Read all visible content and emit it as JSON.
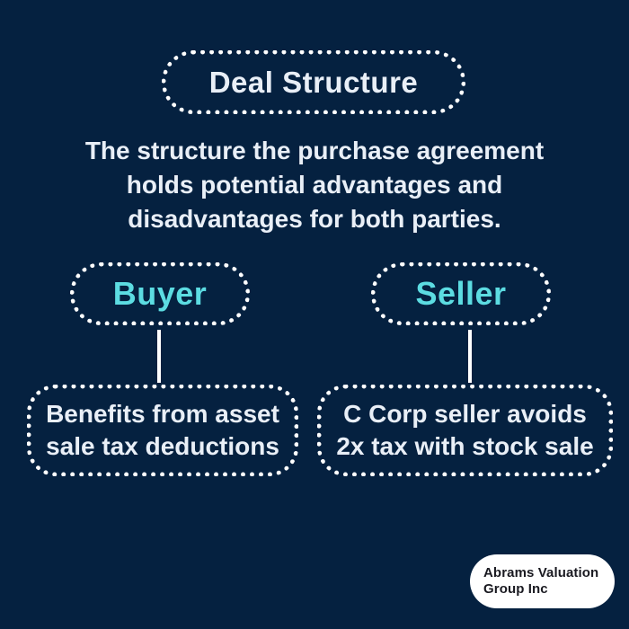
{
  "palette": {
    "background": "#052140",
    "text_light": "#e9eff7",
    "accent_cyan": "#5cdce2",
    "border_white": "#ffffff",
    "badge_bg": "#ffffff",
    "badge_text": "#1a1a21"
  },
  "title": {
    "label": "Deal Structure"
  },
  "description": {
    "lines": [
      "The structure the purchase agreement",
      "holds potential advantages and",
      "disadvantages for both parties."
    ]
  },
  "parties": [
    {
      "name": "Buyer",
      "benefit_lines": [
        "Benefits from asset",
        "sale tax deductions"
      ]
    },
    {
      "name": "Seller",
      "benefit_lines": [
        "C Corp seller avoids",
        "2x tax with stock sale"
      ]
    }
  ],
  "brand": {
    "lines": [
      "Abrams Valuation",
      "Group Inc"
    ]
  }
}
